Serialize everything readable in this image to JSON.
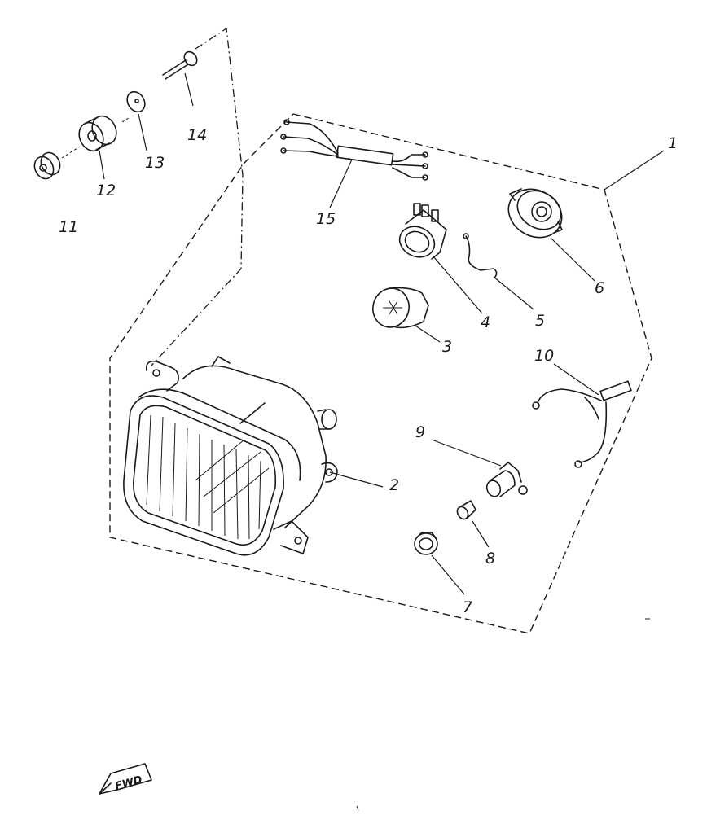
{
  "callouts": {
    "c1": "1",
    "c2": "2",
    "c3": "3",
    "c4": "4",
    "c5": "5",
    "c6": "6",
    "c7": "7",
    "c8": "8",
    "c9": "9",
    "c10": "10",
    "c11": "11",
    "c12": "12",
    "c13": "13",
    "c14": "14",
    "c15": "15"
  },
  "fwd_label": "FWD"
}
